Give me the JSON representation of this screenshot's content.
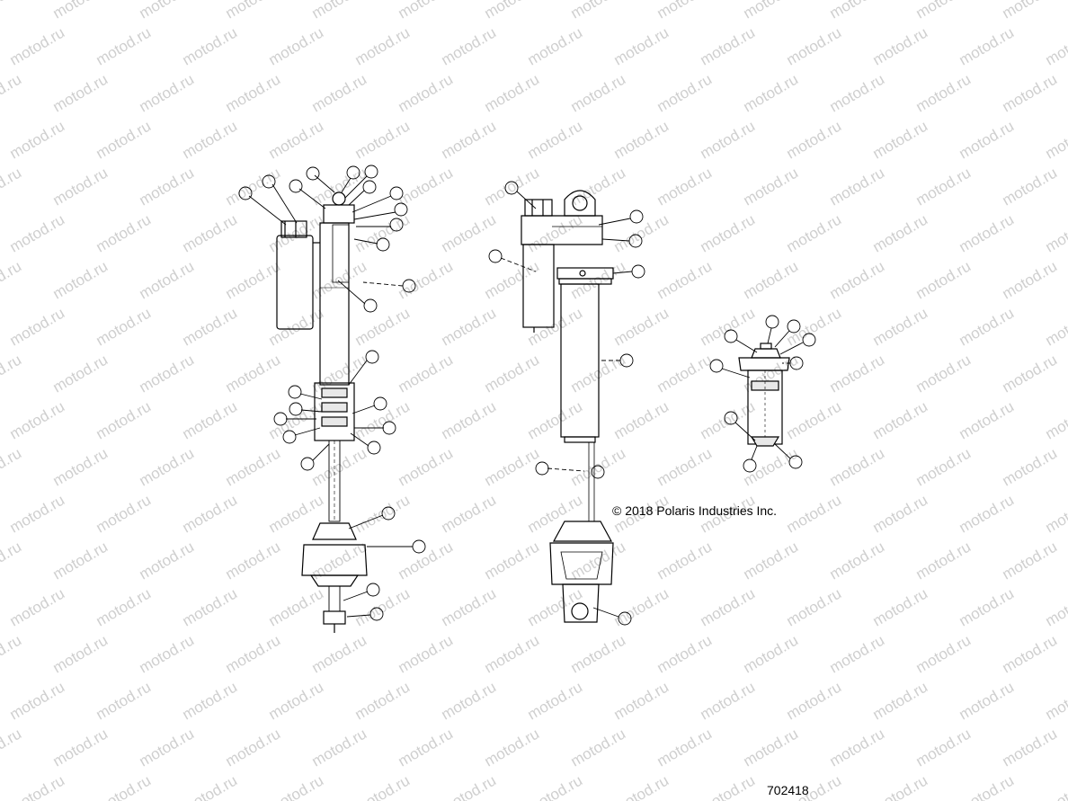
{
  "copyright": "© 2018 Polaris Industries Inc.",
  "figure_number": "702418",
  "watermark": "motod.ru"
}
